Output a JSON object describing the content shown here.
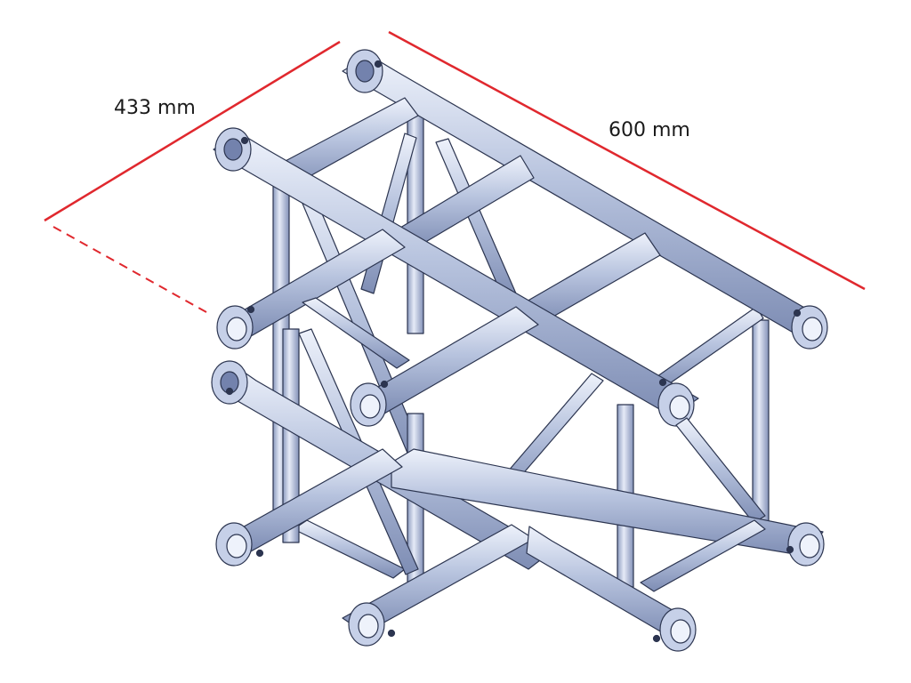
{
  "dimensions": {
    "depth_label": "433 mm",
    "length_label": "600 mm"
  },
  "colors": {
    "dimension_line": "#e0282e",
    "tube_fill": "#b7c3de",
    "tube_highlight": "#eef2fb",
    "tube_shadow": "#7e8db4",
    "tube_edge": "#2c3550",
    "background": "#ffffff"
  },
  "diagram": {
    "subject": "truss-t-junction",
    "style": "isometric"
  }
}
